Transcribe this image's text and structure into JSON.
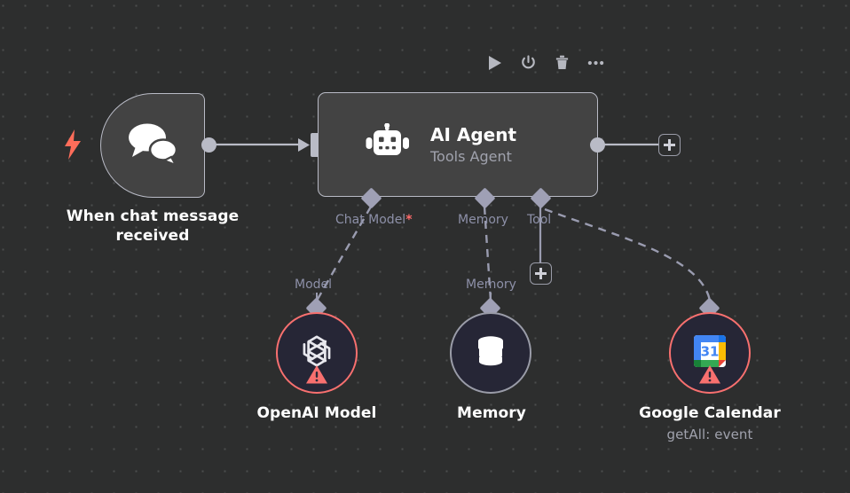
{
  "app": {
    "name": "n8n-workflow-canvas"
  },
  "toolbar": {
    "items": [
      {
        "name": "execute-workflow-button",
        "icon": "play-icon",
        "label": "Execute"
      },
      {
        "name": "deactivate-button",
        "icon": "power-icon",
        "label": "Deactivate"
      },
      {
        "name": "delete-button",
        "icon": "trash-icon",
        "label": "Delete"
      },
      {
        "name": "more-options-button",
        "icon": "ellipsis-icon",
        "label": "More"
      }
    ]
  },
  "nodes": {
    "trigger": {
      "title": "When chat message",
      "title_line2": "received",
      "icon": "chat-bubbles-icon",
      "badge_icon": "lightning-bolt-icon"
    },
    "agent": {
      "title": "AI Agent",
      "subtitle": "Tools Agent",
      "icon": "robot-icon"
    },
    "openai": {
      "title": "OpenAI Model",
      "icon": "openai-logo-icon",
      "status": "error",
      "status_icon": "warning-triangle-icon",
      "port_label": "Model"
    },
    "memory": {
      "title": "Memory",
      "icon": "database-icon",
      "status": "ok",
      "port_label": "Memory"
    },
    "calendar": {
      "title": "Google Calendar",
      "subtitle": "getAll: event",
      "icon": "google-calendar-icon",
      "icon_day": "31",
      "status": "error",
      "status_icon": "warning-triangle-icon"
    }
  },
  "agent_ports": {
    "chat_model": {
      "label": "Chat Model",
      "required_marker": "*"
    },
    "memory": {
      "label": "Memory",
      "required_marker": ""
    },
    "tool": {
      "label": "Tool",
      "required_marker": ""
    }
  },
  "add_buttons": [
    {
      "name": "add-node-after-agent-button",
      "label": "+"
    },
    {
      "name": "add-tool-button",
      "label": "+"
    }
  ],
  "colors": {
    "canvas_bg": "#2d2e2e",
    "node_fill": "#434343",
    "node_border": "#b9bbc6",
    "subnode_fill": "#262636",
    "error": "#f8706f",
    "trigger_accent": "#ff6d5a",
    "port_label": "#8d90a8",
    "diamond": "#9fa0b5",
    "edge": "#b9bbc6",
    "dashed_edge": "#9a9cb0"
  }
}
